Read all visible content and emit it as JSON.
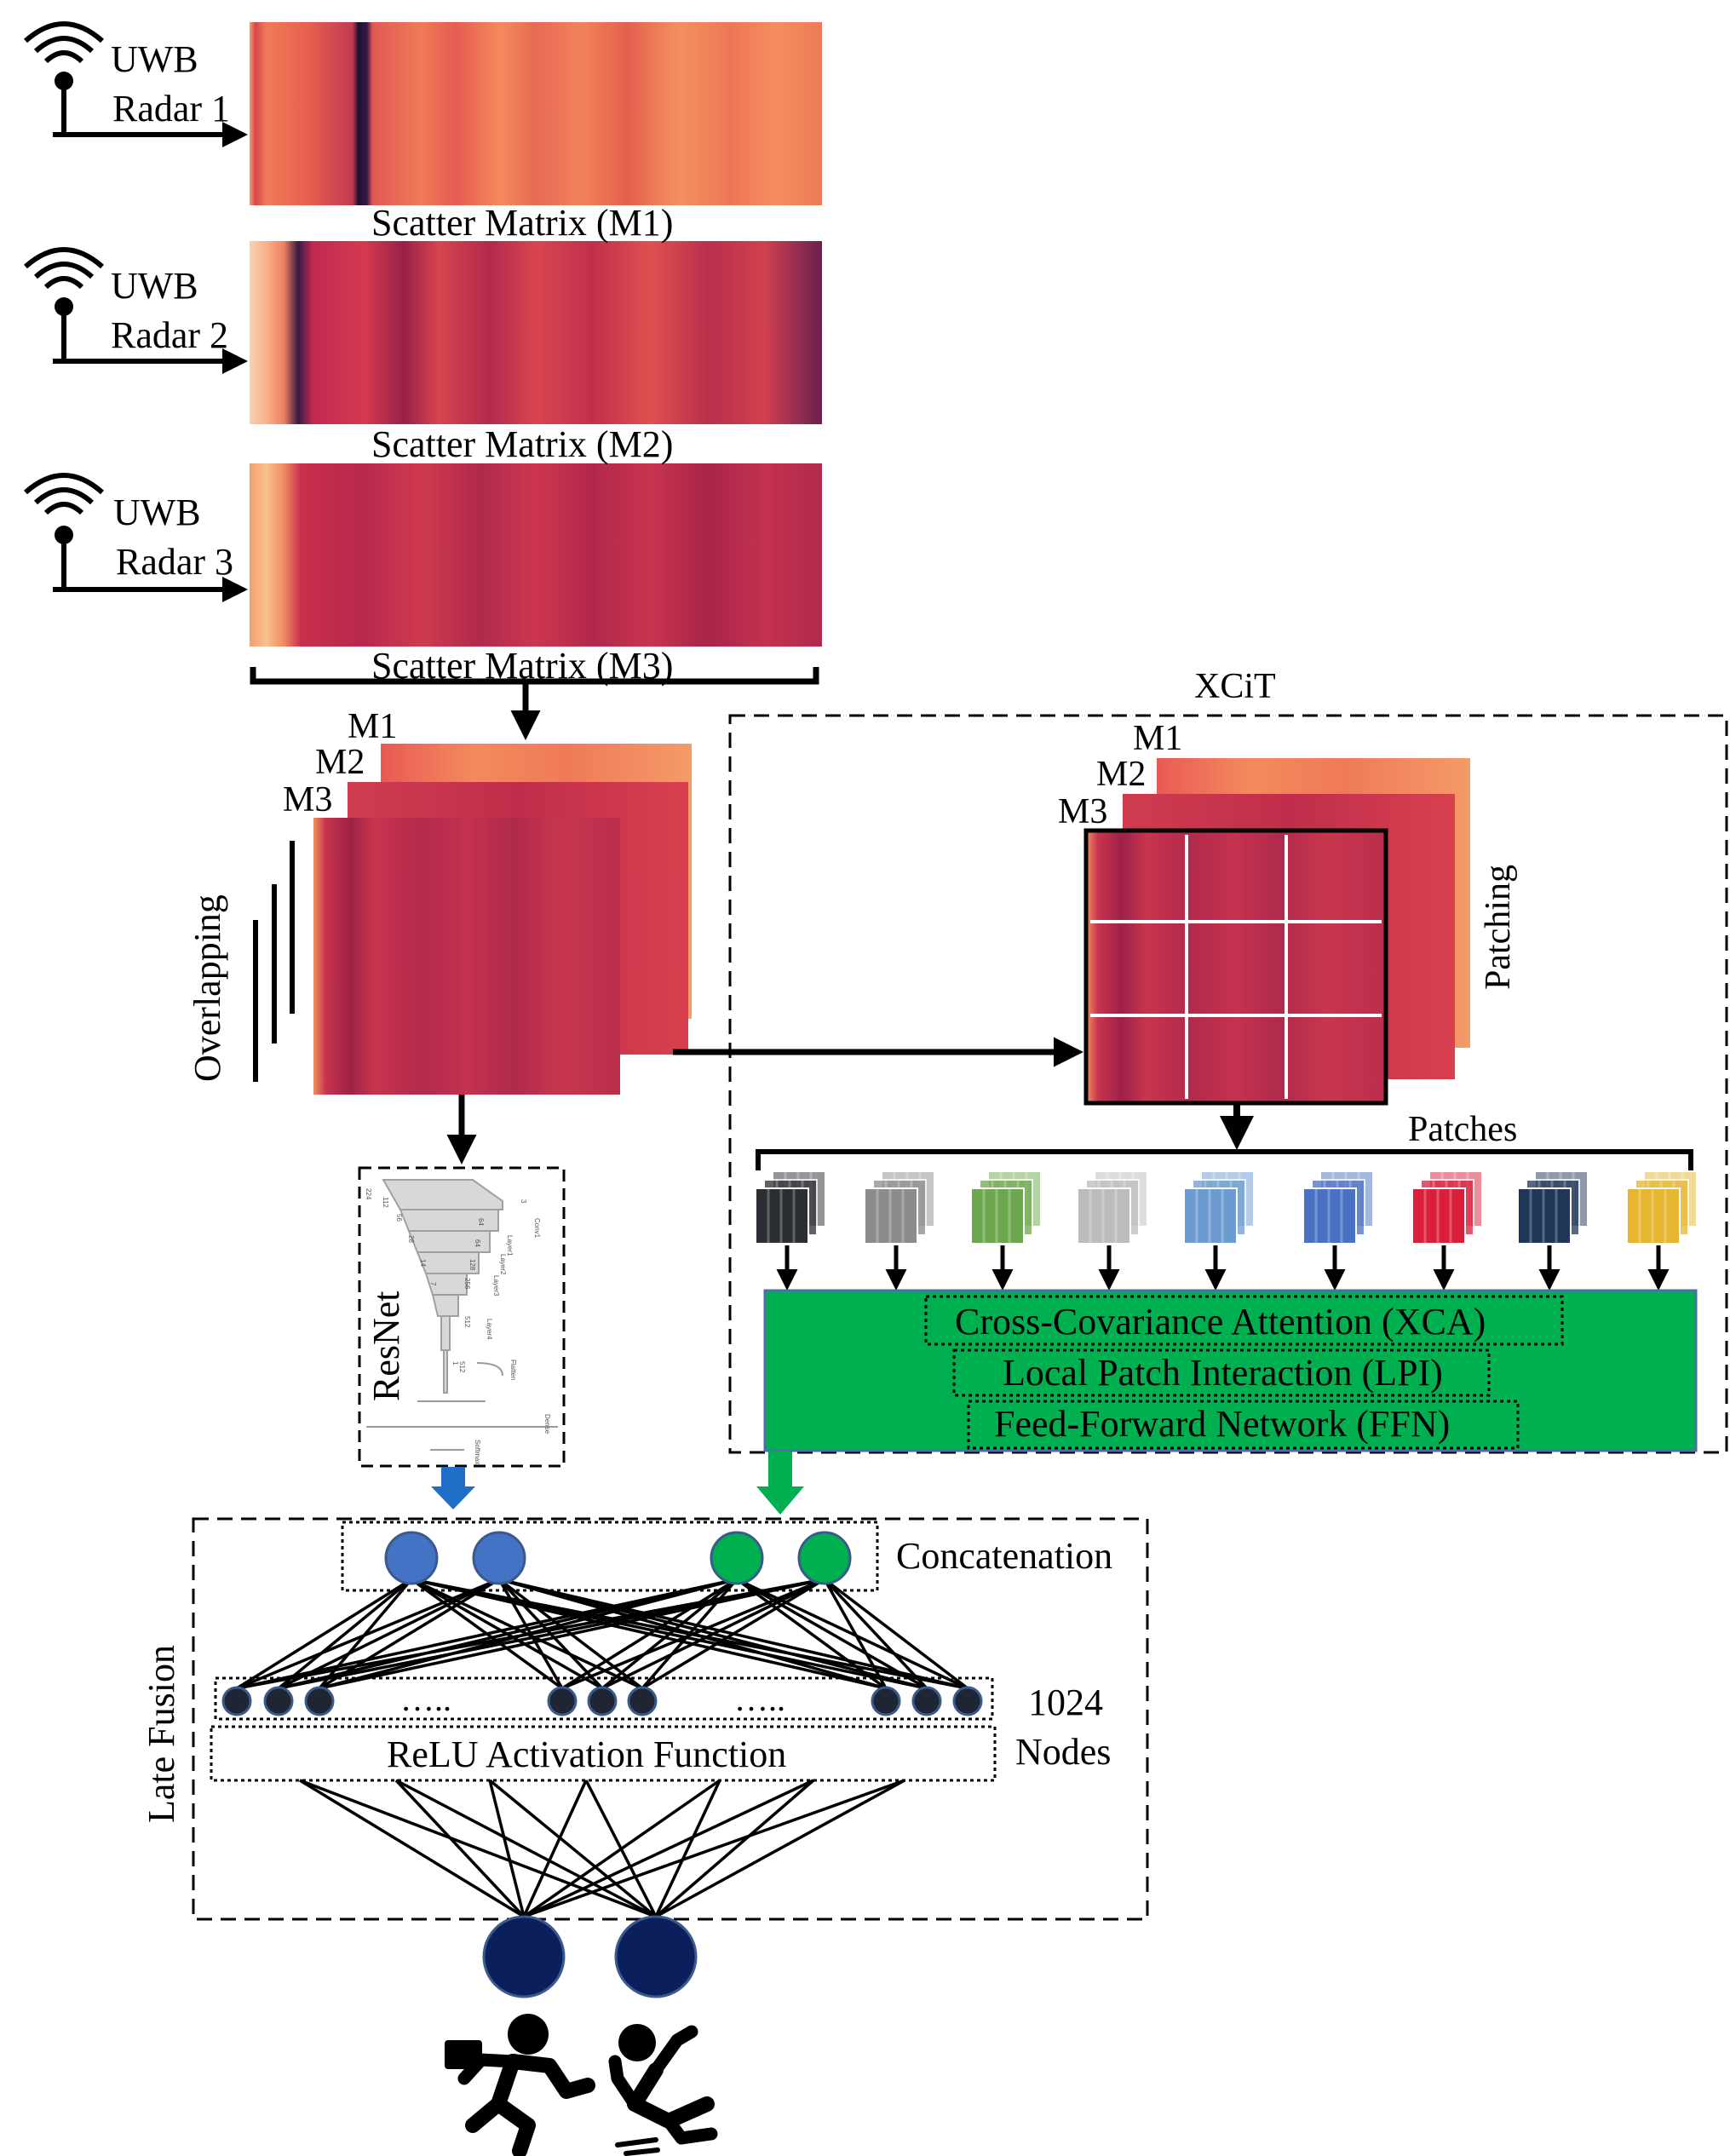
{
  "radars": [
    {
      "line1": "UWB",
      "line2": "Radar 1",
      "matrix_label": "Scatter Matrix (M1)"
    },
    {
      "line1": "UWB",
      "line2": "Radar 2",
      "matrix_label": "Scatter Matrix (M2)"
    },
    {
      "line1": "UWB",
      "line2": "Radar 3",
      "matrix_label": "Scatter Matrix (M3)"
    }
  ],
  "stack_labels": [
    "M1",
    "M2",
    "M3"
  ],
  "overlapping_label": "Overlapping",
  "resnet": {
    "label": "ResNet",
    "sketch_labels": [
      "Conv1",
      "Layer1",
      "Layer2",
      "Layer3",
      "Layer4",
      "Flatten",
      "Dense",
      "Softmax"
    ],
    "sketch_dims": [
      "224",
      "112",
      "56",
      "28",
      "14",
      "7",
      "64",
      "64",
      "128",
      "256",
      "512",
      "512",
      "3",
      "1"
    ]
  },
  "xcit": {
    "title": "XCiT",
    "stack_labels": [
      "M1",
      "M2",
      "M3"
    ],
    "patching_label": "Patching",
    "patches_label": "Patches",
    "patch_colors": [
      "#2b2e33",
      "#8c8c8c",
      "#6ea84e",
      "#bcbcbc",
      "#6b9bd0",
      "#4a72c4",
      "#d91f3a",
      "#1f3658",
      "#e7b530"
    ],
    "layers": [
      "Cross-Covariance Attention (XCA)",
      "Local Patch Interaction (LPI)",
      "Feed-Forward Network (FFN)"
    ],
    "block_color": "#00b050"
  },
  "fusion": {
    "label": "Late Fusion",
    "concatenation_label": "Concatenation",
    "nodes_label_line1": "1024",
    "nodes_label_line2": "Nodes",
    "ellipsis": "…..",
    "activation_label": "ReLU Activation Function",
    "concat_colors": [
      "#4472c4",
      "#4472c4",
      "#00b050",
      "#00b050"
    ],
    "hidden_color": "#1f2533",
    "output_color": "#0b1f5c"
  },
  "outputs": [
    {
      "icon": "running-person-icon"
    },
    {
      "icon": "falling-person-icon"
    }
  ]
}
